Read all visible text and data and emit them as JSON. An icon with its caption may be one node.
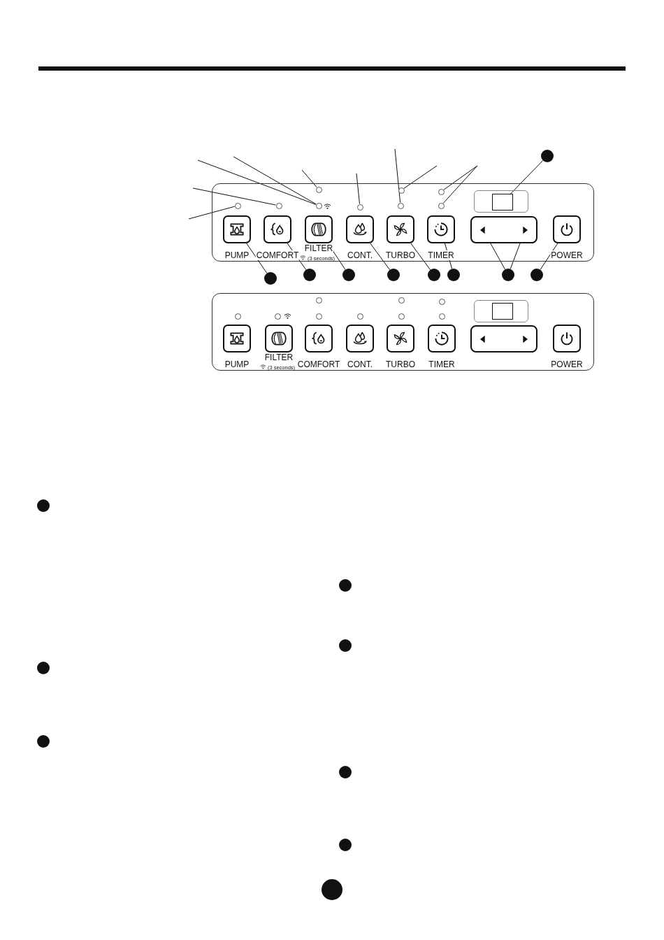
{
  "diagram": {
    "nodes": [
      {
        "text": [],
        "shape": "box"
      },
      {
        "text": [
          "PUMP"
        ],
        "in": 0
      },
      {
        "text": [
          "COMFORT"
        ],
        "in": 0
      },
      {
        "text": [
          "FILTER",
          "(3 seconds)"
        ],
        "in": 0
      },
      {
        "text": [
          "CONT."
        ],
        "in": 0
      },
      {
        "text": [
          "TURBO"
        ],
        "in": 0
      },
      {
        "text": [
          "TIMER"
        ],
        "in": 0
      },
      {
        "text": [],
        "shape": "box",
        "in": 0
      },
      {
        "text": [
          "POWER"
        ],
        "in": 0
      },
      {
        "text": [],
        "shape": "box",
        "in": 0
      },
      {
        "text": [],
        "shape": "circle",
        "in": 0
      },
      {
        "text": [],
        "shape": "circle",
        "in": 0
      },
      {
        "text": [],
        "shape": "circle",
        "in": 0
      },
      {
        "text": [],
        "shape": "circle",
        "in": 0
      },
      {
        "text": [],
        "shape": "circle",
        "in": 0
      },
      {
        "text": [],
        "shape": "circle",
        "in": 0
      },
      {
        "text": [],
        "shape": "circle",
        "in": 0
      },
      {
        "text": [],
        "shape": "circle",
        "in": 0
      },
      {
        "text": [],
        "shape": "circle",
        "in": 0
      },
      {
        "text": [],
        "shape": "circle"
      },
      {
        "text": [],
        "shape": "circle"
      },
      {
        "text": [],
        "shape": "circle"
      },
      {
        "text": [],
        "shape": "circle"
      },
      {
        "text": [],
        "shape": "circle"
      },
      {
        "text": [],
        "shape": "circle"
      },
      {
        "text": [],
        "shape": "circle"
      },
      {
        "text": [],
        "shape": "circle"
      },
      {
        "text": [],
        "shape": "circle"
      },
      {
        "text": [],
        "shape": "box"
      },
      {
        "text": [
          "PUMP"
        ],
        "in": 28
      },
      {
        "text": [
          "FILTER",
          "(3 seconds)"
        ],
        "in": 28
      },
      {
        "text": [
          "COMFORT"
        ],
        "in": 28
      },
      {
        "text": [
          "CONT."
        ],
        "in": 28
      },
      {
        "text": [
          "TURBO"
        ],
        "in": 28
      },
      {
        "text": [
          "TIMER"
        ],
        "in": 28
      },
      {
        "text": [],
        "shape": "box",
        "in": 28
      },
      {
        "text": [
          "POWER"
        ],
        "in": 28
      },
      {
        "text": [],
        "shape": "box",
        "in": 28
      },
      {
        "text": [],
        "shape": "circle",
        "in": 28
      },
      {
        "text": [],
        "shape": "circle",
        "in": 28
      },
      {
        "text": [],
        "shape": "circle",
        "in": 28
      },
      {
        "text": [],
        "shape": "circle",
        "in": 28
      },
      {
        "text": [],
        "shape": "circle",
        "in": 28
      },
      {
        "text": [],
        "shape": "circle",
        "in": 28
      },
      {
        "text": [],
        "shape": "circle",
        "in": 28
      },
      {
        "text": [],
        "shape": "circle",
        "in": 28
      },
      {
        "text": [],
        "shape": "circle",
        "in": 28
      },
      {
        "text": [],
        "shape": "circle"
      },
      {
        "text": [],
        "shape": "circle"
      },
      {
        "text": [],
        "shape": "circle"
      },
      {
        "text": [],
        "shape": "circle"
      },
      {
        "text": [],
        "shape": "circle"
      },
      {
        "text": [],
        "shape": "circle"
      },
      {
        "text": [],
        "shape": "circle"
      },
      {
        "text": [],
        "shape": "circle"
      }
    ],
    "edges": [
      {
        "from": null,
        "to": 10,
        "arrow": "none"
      },
      {
        "from": null,
        "to": 11,
        "arrow": "none"
      },
      {
        "from": null,
        "to": 12,
        "arrow": "none"
      },
      {
        "from": null,
        "to": 12,
        "arrow": "none"
      },
      {
        "from": null,
        "to": 13,
        "arrow": "none"
      },
      {
        "from": null,
        "to": 14,
        "arrow": "none"
      },
      {
        "from": null,
        "to": 15,
        "arrow": "none"
      },
      {
        "from": null,
        "to": 16,
        "arrow": "none"
      },
      {
        "from": null,
        "to": 17,
        "arrow": "none"
      },
      {
        "from": null,
        "to": 18,
        "arrow": "none"
      },
      {
        "from": 19,
        "to": 1,
        "arrow": "none"
      },
      {
        "from": 20,
        "to": 2,
        "arrow": "none"
      },
      {
        "from": 21,
        "to": 3,
        "arrow": "none"
      },
      {
        "from": 22,
        "to": 4,
        "arrow": "none"
      },
      {
        "from": 23,
        "to": 5,
        "arrow": "none"
      },
      {
        "from": 24,
        "to": 6,
        "arrow": "none"
      },
      {
        "from": 25,
        "to": 7,
        "arrow": "none"
      },
      {
        "from": 25,
        "to": 7,
        "arrow": "none"
      },
      {
        "from": 26,
        "to": 8,
        "arrow": "none"
      },
      {
        "from": 27,
        "to": 9,
        "arrow": "none"
      }
    ]
  }
}
